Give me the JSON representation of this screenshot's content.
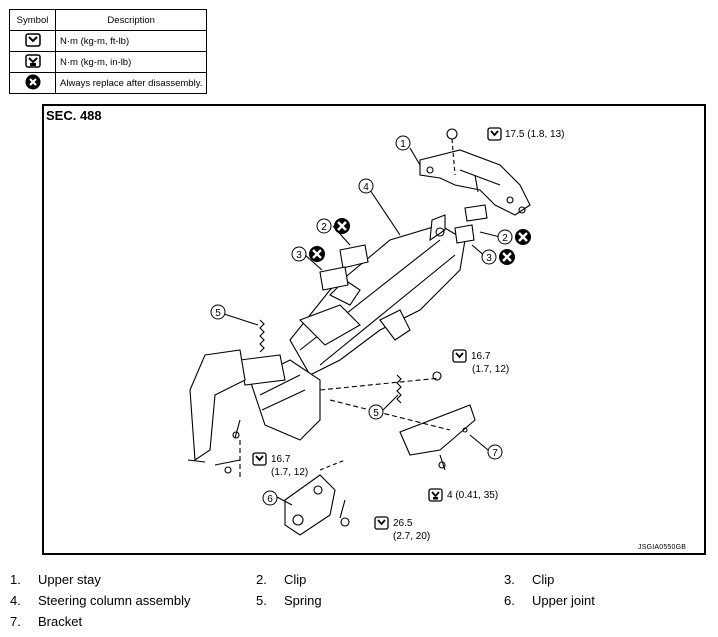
{
  "legend": {
    "header_symbol": "Symbol",
    "header_description": "Description",
    "rows": [
      {
        "icon": "torque-wrench-icon",
        "description": "N·m (kg-m, ft-lb)"
      },
      {
        "icon": "torque-wrench-filled-icon",
        "description": "N·m (kg-m, in-lb)"
      },
      {
        "icon": "replace-x-icon",
        "description": "Always replace after disassembly."
      }
    ]
  },
  "diagram": {
    "section": "SEC. 488",
    "figure_code": "JSGIA0550GB",
    "callouts": [
      "1",
      "2",
      "3",
      "4",
      "5",
      "6",
      "7"
    ],
    "torques": [
      {
        "value": "17.5 (1.8, 13)"
      },
      {
        "value": "16.7",
        "sub": "(1.7, 12)"
      },
      {
        "value": "16.7",
        "sub": "(1.7, 12)"
      },
      {
        "value": "4 (0.41, 35)"
      },
      {
        "value": "26.5",
        "sub": "(2.7, 20)"
      }
    ]
  },
  "parts": [
    {
      "num": "1.",
      "name": "Upper stay"
    },
    {
      "num": "2.",
      "name": "Clip"
    },
    {
      "num": "3.",
      "name": "Clip"
    },
    {
      "num": "4.",
      "name": "Steering column assembly"
    },
    {
      "num": "5.",
      "name": "Spring"
    },
    {
      "num": "6.",
      "name": "Upper joint"
    },
    {
      "num": "7.",
      "name": "Bracket"
    }
  ]
}
